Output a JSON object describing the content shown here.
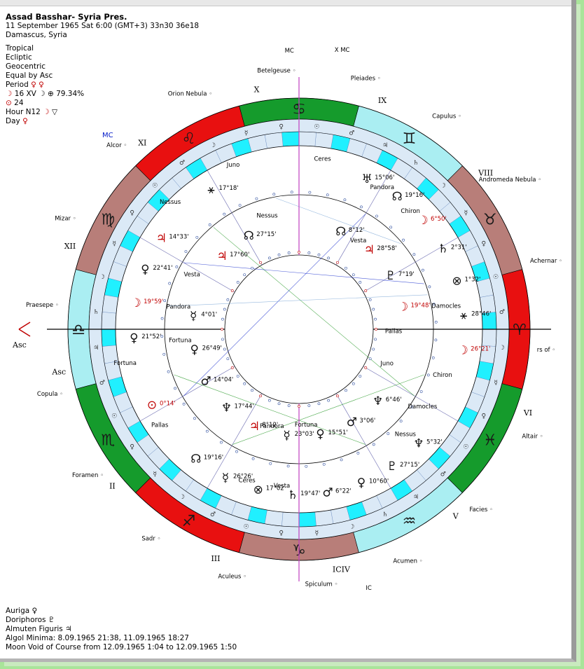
{
  "header": {
    "title": "Assad Basshar- Syria Pres.",
    "datetime": "11 September 1965  Sat   6:00 (GMT+3) 33n30  36e18",
    "place": "Damascus, Syria",
    "settings": [
      "Tropical",
      "Ecliptic",
      "Geocentric",
      "Equal by Asc"
    ],
    "period_label": "Period",
    "moon_line": "16 XV",
    "moon_phase": "79.34%",
    "sun_line": "24",
    "hour_label": "Hour N12",
    "day_label": "Day"
  },
  "zodiac_signs": [
    {
      "sign": "Aries",
      "glyph": "♈",
      "color": "#e81010"
    },
    {
      "sign": "Taurus",
      "glyph": "♉",
      "color": "#b87e79"
    },
    {
      "sign": "Gemini",
      "glyph": "♊",
      "color": "#aaeef2"
    },
    {
      "sign": "Cancer",
      "glyph": "♋",
      "color": "#159b2c"
    },
    {
      "sign": "Leo",
      "glyph": "♌",
      "color": "#e81010"
    },
    {
      "sign": "Virgo",
      "glyph": "♍",
      "color": "#b87e79"
    },
    {
      "sign": "Libra",
      "glyph": "♎",
      "color": "#aaeef2"
    },
    {
      "sign": "Scorpio",
      "glyph": "♏",
      "color": "#159b2c"
    },
    {
      "sign": "Sagittarius",
      "glyph": "♐",
      "color": "#e81010"
    },
    {
      "sign": "Capricorn",
      "glyph": "♑",
      "color": "#b87e79"
    },
    {
      "sign": "Aquarius",
      "glyph": "♒",
      "color": "#aaeef2"
    },
    {
      "sign": "Pisces",
      "glyph": "♓",
      "color": "#159b2c"
    }
  ],
  "houses": [
    "Asc",
    "II",
    "III",
    "ICIV",
    "V",
    "VI",
    "",
    "VIII",
    "IX",
    "X",
    "XI",
    "XII"
  ],
  "angles": {
    "asc": "Asc",
    "mc": "MC",
    "ic": "IC",
    "mc_small": "MC",
    "x_mc": "X MC"
  },
  "stars": [
    "Orion Nebula",
    "Betelgeuse",
    "Pleiades",
    "Capulus",
    "Andromeda Nebula",
    "Achernar",
    "rs of",
    "Altair",
    "Facies",
    "Acumen",
    "Spiculum",
    "Aculeus",
    "Sadr",
    "Foramen",
    "Copula",
    "Praesepe",
    "Mizar",
    "Alcor"
  ],
  "outer_points": [
    {
      "name": "Juno",
      "glyph": "",
      "deg": ""
    },
    {
      "name": "",
      "glyph": "⚹",
      "deg": "17°18'"
    },
    {
      "name": "Nessus",
      "glyph": "",
      "deg": ""
    },
    {
      "name": "",
      "glyph": "♃",
      "deg": "14°33'"
    },
    {
      "name": "",
      "glyph": "♀",
      "deg": "22°41'"
    },
    {
      "name": "",
      "glyph": "☽",
      "deg": "19°59'"
    },
    {
      "name": "",
      "glyph": "♀",
      "deg": "21°52'"
    },
    {
      "name": "Fortuna",
      "glyph": "",
      "deg": ""
    },
    {
      "name": "",
      "glyph": "⊙",
      "deg": "0°14'"
    },
    {
      "name": "Pallas",
      "glyph": "",
      "deg": ""
    },
    {
      "name": "",
      "glyph": "☊",
      "deg": "19°16'"
    },
    {
      "name": "",
      "glyph": "☿",
      "deg": "26°26'"
    },
    {
      "name": "Ceres",
      "glyph": "⊗",
      "deg": "17°02'"
    },
    {
      "name": "Vesta",
      "glyph": "♄",
      "deg": "19°47'"
    },
    {
      "name": "",
      "glyph": "♂",
      "deg": "6°22'"
    },
    {
      "name": "",
      "glyph": "♀",
      "deg": "10°60'"
    },
    {
      "name": "",
      "glyph": "♇",
      "deg": "27°15'"
    },
    {
      "name": "Nessus",
      "glyph": "♆",
      "deg": "5°32'"
    },
    {
      "name": "Damocles",
      "glyph": "",
      "deg": ""
    },
    {
      "name": "Chiron",
      "glyph": "",
      "deg": ""
    },
    {
      "name": "",
      "glyph": "☽",
      "deg": "26°21'"
    },
    {
      "name": "Damocles",
      "glyph": "⚹",
      "deg": "28°46'"
    },
    {
      "name": "",
      "glyph": "⊗",
      "deg": "1°32'"
    },
    {
      "name": "",
      "glyph": "♄",
      "deg": "2°31'"
    },
    {
      "name": "Chiron",
      "glyph": "☽",
      "deg": "6°50'"
    },
    {
      "name": "Pandora",
      "glyph": "☊",
      "deg": "19°16'"
    },
    {
      "name": "",
      "glyph": "♅",
      "deg": "15°06'"
    },
    {
      "name": "Ceres",
      "glyph": "",
      "deg": ""
    }
  ],
  "middle_points": [
    {
      "name": "Nessus",
      "glyph": "",
      "deg": ""
    },
    {
      "name": "",
      "glyph": "☊",
      "deg": "27°15'"
    },
    {
      "name": "",
      "glyph": "♃",
      "deg": "17°60'"
    },
    {
      "name": "Vesta",
      "glyph": "",
      "deg": ""
    },
    {
      "name": "Pandora",
      "glyph": "☿",
      "deg": "4°01'"
    },
    {
      "name": "Fortuna",
      "glyph": "♀",
      "deg": "26°49'"
    },
    {
      "name": "",
      "glyph": "♂",
      "deg": "14°04'"
    },
    {
      "name": "",
      "glyph": "♆",
      "deg": "17°44'"
    },
    {
      "name": "",
      "glyph": "♃",
      "deg": "8°12'"
    },
    {
      "name": "Pandora",
      "glyph": "☿",
      "deg": "23°03'"
    },
    {
      "name": "Fortuna",
      "glyph": "♀",
      "deg": "15°51'"
    },
    {
      "name": "",
      "glyph": "♂",
      "deg": "3°06'"
    },
    {
      "name": "",
      "glyph": "♆",
      "deg": "6°46'"
    },
    {
      "name": "Juno",
      "glyph": "",
      "deg": ""
    },
    {
      "name": "Pallas",
      "glyph": "",
      "deg": ""
    },
    {
      "name": "",
      "glyph": "☽",
      "deg": "19°48'"
    },
    {
      "name": "",
      "glyph": "♇",
      "deg": "7°19'"
    },
    {
      "name": "Vesta",
      "glyph": "♃",
      "deg": "28°58'"
    },
    {
      "name": "",
      "glyph": "☊",
      "deg": "8°12'"
    }
  ],
  "footer": [
    {
      "label": "Auriga",
      "glyph": "♀"
    },
    {
      "label": "Doriphoros",
      "glyph": "♇"
    },
    {
      "label": "Almuten Figuris",
      "glyph": "♃"
    },
    {
      "label": "Algol Minima: 8.09.1965 21:38,  11.09.1965 18:27",
      "glyph": ""
    },
    {
      "label": "Moon Void of Course from 12.09.1965  1:04 to 12.09.1965  1:50",
      "glyph": ""
    }
  ],
  "colors": {
    "fire": "#e81010",
    "earth": "#b87e79",
    "air": "#aaeef2",
    "water": "#159b2c",
    "band": "#dbe9f6",
    "cyan": "#20f0ff",
    "axis": "#0018c8",
    "aspect_green": "#0a8a0a",
    "aspect_blue": "#0018c8"
  }
}
